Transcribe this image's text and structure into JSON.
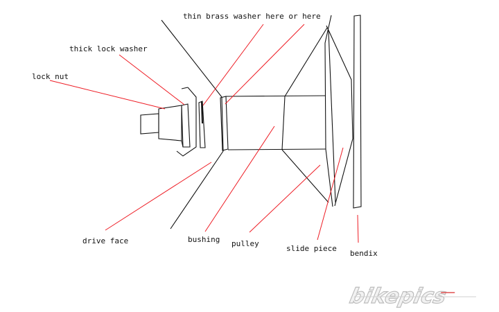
{
  "labels": {
    "thin_brass_washer": "thin brass washer here or here",
    "thick_lock_washer": "thick lock washer",
    "lock_nut": "lock nut",
    "drive_face": "drive face",
    "bushing": "bushing",
    "pulley": "pulley",
    "slide_piece": "slide piece",
    "bendix": "bendix"
  },
  "watermark": {
    "text": "bikepics"
  },
  "colors": {
    "line": "#111111",
    "leader": "#ee1c24",
    "watermark_fill": "#f2f2f2",
    "watermark_stroke": "#cfcfcf",
    "watermark_accent": "#e05050"
  }
}
